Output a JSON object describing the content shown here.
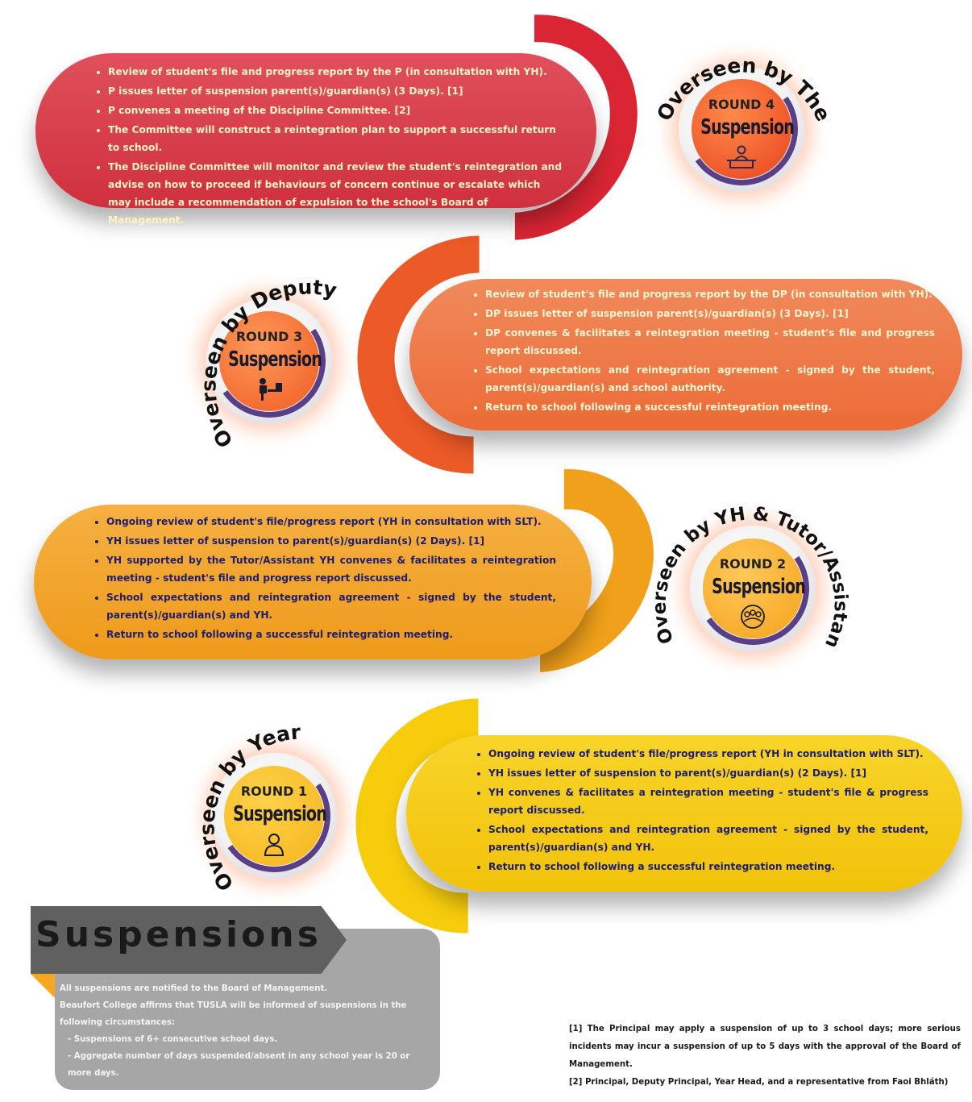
{
  "colors": {
    "round4": "#d63a4a",
    "round3": "#ee6a3a",
    "round2": "#f2a01e",
    "round1": "#f7cf10",
    "panel_gray": "#a6a6a6",
    "banner_gray": "#606060"
  },
  "rounds": [
    {
      "round": "ROUND 4",
      "label": "Suspension",
      "overseen": "Overseen by The Principal",
      "icon": "principal-desk-icon",
      "bullets": [
        "Review of student's file and progress report by the P (in consultation with YH).",
        "P issues letter of suspension parent(s)/guardian(s) (3 Days). [1]",
        "P convenes a meeting of the Discipline Committee. [2]",
        "The Committee will construct a reintegration plan to support a successful return to school.",
        "The Discipline Committee will monitor and review the student's reintegration and advise on how to proceed if behaviours of concern continue or escalate which may include a recommendation of expulsion to the school's Board of Management."
      ]
    },
    {
      "round": "ROUND 3",
      "label": "Suspension",
      "overseen": "Overseen by Deputy Principal",
      "icon": "person-at-desk-icon",
      "bullets": [
        "Review of student's file and progress report by the DP (in consultation with YH).",
        "DP issues letter of suspension parent(s)/guardian(s) (3 Days). [1]",
        "DP convenes & facilitates a reintegration meeting - student's file and progress report discussed.",
        "School expectations and reintegration agreement - signed by the student, parent(s)/guardian(s) and school authority.",
        "Return to school following a successful reintegration meeting."
      ]
    },
    {
      "round": "ROUND 2",
      "label": "Suspension",
      "overseen": "Overseen by YH & Tutor/Assistant YH",
      "icon": "group-cycle-icon",
      "bullets": [
        "Ongoing review of student's file/progress report (YH in consultation with SLT).",
        "YH issues letter of suspension to parent(s)/guardian(s) (2 Days). [1]",
        "YH supported by the Tutor/Assistant YH convenes & facilitates a reintegration meeting - student's file and progress report discussed.",
        "School expectations and reintegration agreement - signed by the student, parent(s)/guardian(s) and YH.",
        "Return to school following a successful reintegration meeting."
      ]
    },
    {
      "round": "ROUND 1",
      "label": "Suspension",
      "overseen": "Overseen by Year Head",
      "icon": "person-icon",
      "bullets": [
        "Ongoing review of student's file/progress report (YH in consultation with SLT).",
        "YH issues letter of suspension to parent(s)/guardian(s) (2 Days). [1]",
        "YH convenes & facilitates a reintegration meeting - student's file & progress report discussed.",
        "School expectations and reintegration agreement - signed by the student, parent(s)/guardian(s) and YH.",
        "Return to school following a successful reintegration meeting."
      ]
    }
  ],
  "summary": {
    "title": "Suspensions",
    "lines": [
      "All suspensions are notified to the Board of Management.",
      "Beaufort College affirms that TUSLA will be informed of suspensions in the following circumstances:",
      "- Suspensions of 6+ consecutive school days.",
      "- Aggregate number of days suspended/absent in any school year is 20 or more days."
    ]
  },
  "footnotes": [
    "[1] The Principal may apply a suspension of up to 3 school days; more serious incidents may incur a suspension of up to 5 days with the approval of the Board of Management.",
    "[2] Principal, Deputy Principal, Year Head, and a representative from Faoi Bhláth)"
  ]
}
